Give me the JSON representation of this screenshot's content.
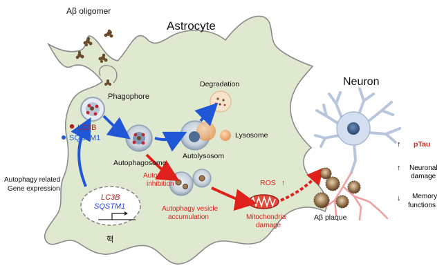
{
  "title": "Astrocyte",
  "neuron_label": "Neuron",
  "labels": {
    "ab_oligomer": "Aβ oligomer",
    "phagophore": "Phagophore",
    "lc3b": "LC3B",
    "sqstm1": "SQSTM1",
    "autophagosome": "Autophagosome",
    "degradation": "Degradation",
    "lysosome": "Lysosome",
    "autolysosome": "Autolysosom",
    "gene_expression_line1": "Autophagy related",
    "gene_expression_line2": "Gene expression",
    "nucleus_gene1": "LC3B",
    "nucleus_gene2": "SQSTM1",
    "nucleus": "핵",
    "inhibition_line1": "Autophagy",
    "inhibition_line2": "inhibition",
    "accumulation_line1": "Autophagy vesicle",
    "accumulation_line2": "accumulation",
    "ros": "ROS",
    "ros_arrow": "↑",
    "mito_line1": "Mitochondria",
    "mito_line2": "damage",
    "ab_plaque": "Aβ plaque"
  },
  "effects": [
    {
      "arrow": "↑",
      "line1": "pTau",
      "line2": "",
      "highlight": true
    },
    {
      "arrow": "↑",
      "line1": "Neuronal",
      "line2": "damage",
      "highlight": false
    },
    {
      "arrow": "↓",
      "line1": "Memory",
      "line2": "functions",
      "highlight": false
    }
  ],
  "colors": {
    "cell_fill": "#dfe9cf",
    "cell_stroke": "#8a8a8a",
    "blue_arrow": "#1f57d6",
    "red_arrow": "#e0201a",
    "red_text": "#d8201a",
    "blue_text": "#1f3fd6",
    "neuron_fill": "#d3dff0",
    "lysosome": "#f0b27a"
  }
}
